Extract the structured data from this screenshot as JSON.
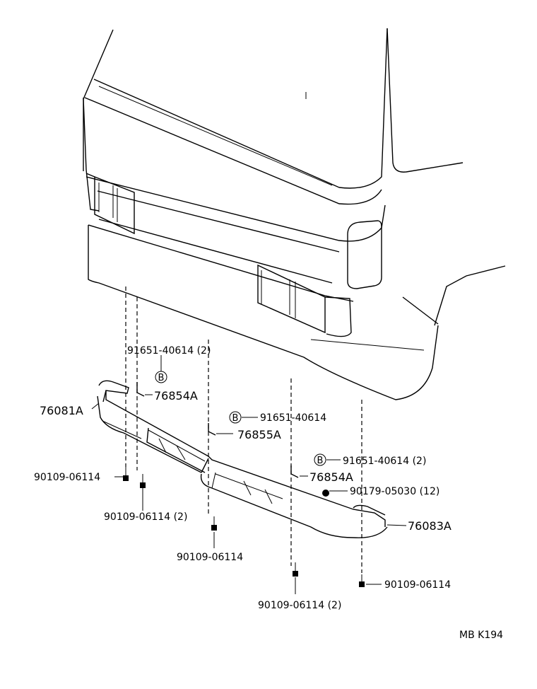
{
  "diagram": {
    "labels": {
      "front_bumper": "76081A",
      "rear_bumper": "76083A",
      "bracket_left": "76854A",
      "bracket_center": "76855A",
      "bracket_right": "76854A",
      "nut_top_left": "91651-40614 (2)",
      "nut_center": "91651-40614",
      "nut_right": "91651-40614 (2)",
      "clip": "90179-05030 (12)",
      "screw_left": "90109-06114",
      "screw_left_lower": "90109-06114 (2)",
      "screw_center": "90109-06114",
      "screw_right_lower": "90109-06114 (2)",
      "screw_right": "90109-06114"
    },
    "markers": {
      "b1": "B",
      "b2": "B",
      "b3": "B"
    },
    "code": "MB K194"
  }
}
